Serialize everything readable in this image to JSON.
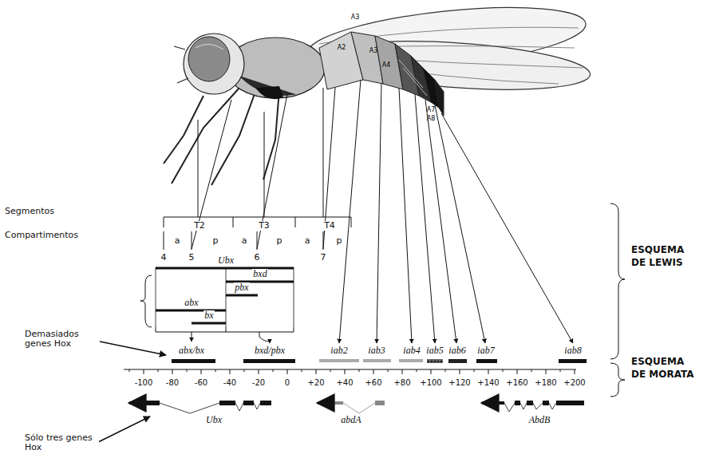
{
  "diagram": {
    "labels": [
      "A3",
      "A2",
      "A3",
      "A4",
      "A7",
      "A8",
      "Segmentos",
      "Compartimentos",
      "T2",
      "T3",
      "T4",
      "a",
      "p",
      "a",
      "p",
      "a",
      "p",
      "4",
      "5",
      "6",
      "7",
      "Ubx",
      "bxd",
      "pbx",
      "abx",
      "bx",
      "ESQUEMA DE LEWIS",
      "Demasiados genes Hox",
      "abx/bx",
      "bxd/pbx",
      "iab2",
      "iab3",
      "iab4",
      "iab5",
      "iab6",
      "iab7",
      "iab8",
      "-100",
      "-80",
      "-60",
      "-40",
      "-20",
      "0",
      "+20",
      "+40",
      "+60",
      "+80",
      "+100",
      "+120",
      "+140",
      "+160",
      "+180",
      "+200",
      "ESQUEMA DE MORATA",
      "Ubx",
      "abdA",
      "AbdB",
      "Sólo tres genes Hox"
    ]
  }
}
